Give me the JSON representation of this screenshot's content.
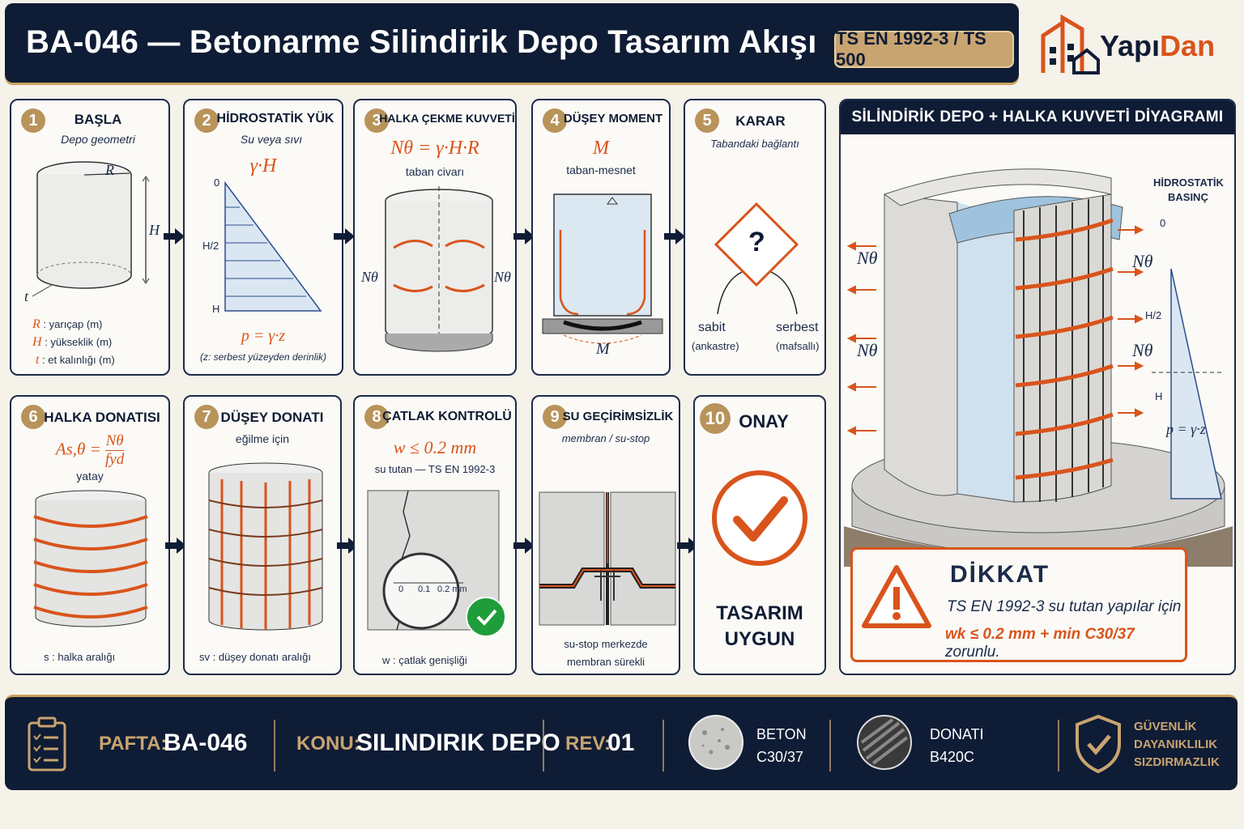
{
  "header": {
    "title": "BA-046 — Betonarme Silindirik Depo Tasarım Akışı",
    "standard_badge": "TS EN 1992-3 / TS 500",
    "logo_part1": "Yapı",
    "logo_part2": "Dan"
  },
  "steps": [
    {
      "number": "1",
      "title": "BAŞLA",
      "subtitle": "Depo geometri",
      "labels": {
        "R": "R",
        "H": "H",
        "t": "t"
      },
      "legend": [
        {
          "sym": "R",
          "text": ": yarıçap (m)"
        },
        {
          "sym": "H",
          "text": ": yükseklik (m)"
        },
        {
          "sym": "t",
          "text": ": et kalınlığı (m)"
        }
      ]
    },
    {
      "number": "2",
      "title": "HİDROSTATİK YÜK",
      "subtitle": "Su veya sıvı",
      "formula": "γ·H",
      "axis": [
        "0",
        "H/2",
        "H"
      ],
      "note_formula": "p = γ·z",
      "note": "(z: serbest yüzeyden derinlik)"
    },
    {
      "number": "3",
      "title": "HALKA ÇEKME KUVVETİ",
      "formula": "Nθ = γ·H·R",
      "subtitle": "taban civarı",
      "force_label": "Nθ"
    },
    {
      "number": "4",
      "title": "DÜŞEY MOMENT",
      "formula": "M",
      "subtitle": "taban-mesnet",
      "moment_label": "M"
    },
    {
      "number": "5",
      "title": "KARAR",
      "subtitle": "Tabandaki bağlantı",
      "question": "?",
      "option_left": "sabit",
      "option_left_sub": "(ankastre)",
      "option_right": "serbest",
      "option_right_sub": "(mafsallı)"
    },
    {
      "number": "6",
      "title": "HALKA DONATISI",
      "formula_lhs": "As,θ =",
      "formula_num": "Nθ",
      "formula_den": "fyd",
      "subtitle": "yatay",
      "note": "s : halka aralığı"
    },
    {
      "number": "7",
      "title": "DÜŞEY DONATI",
      "subtitle": "eğilme için",
      "note": "sv : düşey donatı aralığı"
    },
    {
      "number": "8",
      "title": "ÇATLAK KONTROLÜ",
      "formula": "w ≤ 0.2 mm",
      "subtitle": "su tutan — TS EN 1992-3",
      "scale": [
        "0",
        "0.1",
        "0.2 mm"
      ],
      "note": "w : çatlak genişliği"
    },
    {
      "number": "9",
      "title": "SU GEÇİRİMSİZLİK",
      "subtitle": "membran / su-stop",
      "note1": "su-stop merkezde",
      "note2": "membran sürekli"
    },
    {
      "number": "10",
      "title": "ONAY",
      "result1": "TASARIM",
      "result2": "UYGUN"
    }
  ],
  "diagram": {
    "title": "SİLİNDİRİK DEPO + HALKA KUVVETİ DİYAGRAMI",
    "force_label": "Nθ",
    "pressure_title1": "HİDROSTATİK",
    "pressure_title2": "BASINÇ",
    "axis": [
      "0",
      "H/2",
      "H"
    ],
    "pressure_formula": "p = γ·z"
  },
  "warning": {
    "title": "DİKKAT",
    "line1": "TS EN 1992-3 su tutan yapılar için",
    "line2_a": "wk ≤ 0.2 mm + min C30/37",
    "line2_b": "zorunlu."
  },
  "footer": {
    "pafta_label": "PAFTA:",
    "pafta_value": "BA-046",
    "konu_label": "KONU:",
    "konu_value": "SILINDIRIK DEPO",
    "rev_label": "REV:",
    "rev_value": "01",
    "beton_label": "BETON",
    "beton_value": "C30/37",
    "donati_label": "DONATI",
    "donati_value": "B420C",
    "goals": [
      "GÜVENLİK",
      "DAYANIKLILIK",
      "SIZDIRMAZLIK"
    ]
  },
  "colors": {
    "navy": "#0f1c35",
    "gold": "#c8a470",
    "orange": "#d9541c",
    "check_green": "#1f9d3a"
  }
}
